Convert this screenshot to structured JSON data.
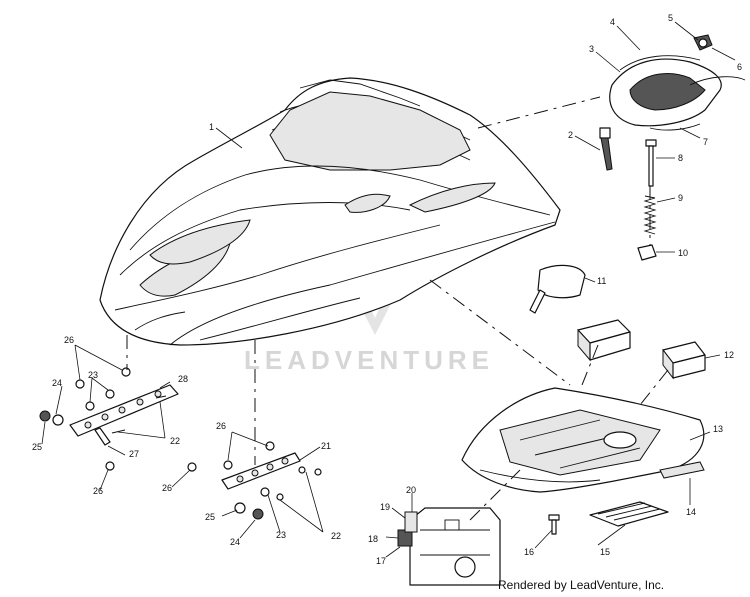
{
  "watermark": "LEADVENTURE",
  "credit": "Rendered by LeadVenture, Inc.",
  "callouts": {
    "c1": "1",
    "c2": "2",
    "c3": "3",
    "c4": "4",
    "c5": "5",
    "c6": "6",
    "c7": "7",
    "c8": "8",
    "c9": "9",
    "c10": "10",
    "c11": "11",
    "c12": "12",
    "c13": "13",
    "c14": "14",
    "c15": "15",
    "c16": "16",
    "c17": "17",
    "c18": "18",
    "c19": "19",
    "c20": "20",
    "c21": "21",
    "c22": "22",
    "c23": "23",
    "c24": "24",
    "c25": "25",
    "c26": "26",
    "c27": "27",
    "c28": "28"
  }
}
